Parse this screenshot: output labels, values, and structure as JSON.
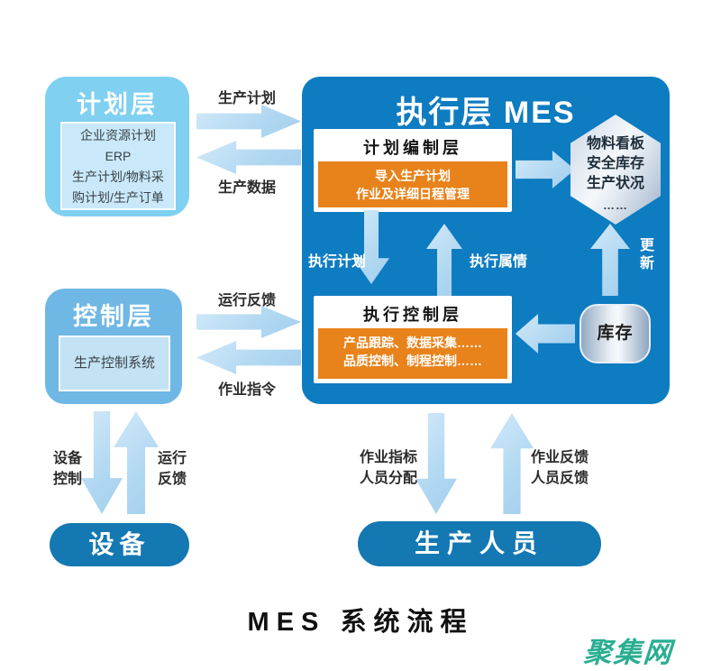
{
  "diagram": {
    "title": "MES 系统流程",
    "watermark": "聚集网",
    "planning_layer": {
      "title": "计划层",
      "lines": [
        "企业资源计划",
        "ERP",
        "生产计划/物料采",
        "购计划/生产订单"
      ]
    },
    "control_layer": {
      "title": "控制层",
      "system": "生产控制系统"
    },
    "mes": {
      "title": "执行层 MES",
      "plan_compilation": {
        "title": "计划编制层",
        "lines": [
          "导入生产计划",
          "作业及详细日程管理"
        ]
      },
      "execution_control": {
        "title": "执行控制层",
        "lines": [
          "产品跟踪、数据采集……",
          "品质控制、制程控制……"
        ]
      }
    },
    "kanban_hexagon": {
      "lines": [
        "物料看板",
        "安全库存",
        "生产状况"
      ],
      "dots": "……"
    },
    "inventory": {
      "label": "库存"
    },
    "equipment": {
      "label": "设备"
    },
    "workers": {
      "label": "生产人员"
    },
    "flows": {
      "production_plan": "生产计划",
      "production_data": "生产数据",
      "execute_plan": "执行计划",
      "execution_status": "执行属情",
      "update": "更新",
      "operation_feedback": "运行反馈",
      "work_order": "作业指令",
      "device_control": [
        "设备",
        "控制"
      ],
      "device_feedback": [
        "运行",
        "反馈"
      ],
      "work_metrics": [
        "作业指标",
        "人员分配"
      ],
      "work_feedback": [
        "作业反馈",
        "人员反馈"
      ]
    },
    "colors": {
      "mes_blue": "#0e7cc1",
      "planning_box_blue": "#7fd0f1",
      "control_box_blue": "#6fb7e4",
      "orange": "#e8821a",
      "arrow_light_blue": "#b3d9f2",
      "pill_blue": "#1478b2",
      "watermark_green": "#2aae92"
    }
  }
}
